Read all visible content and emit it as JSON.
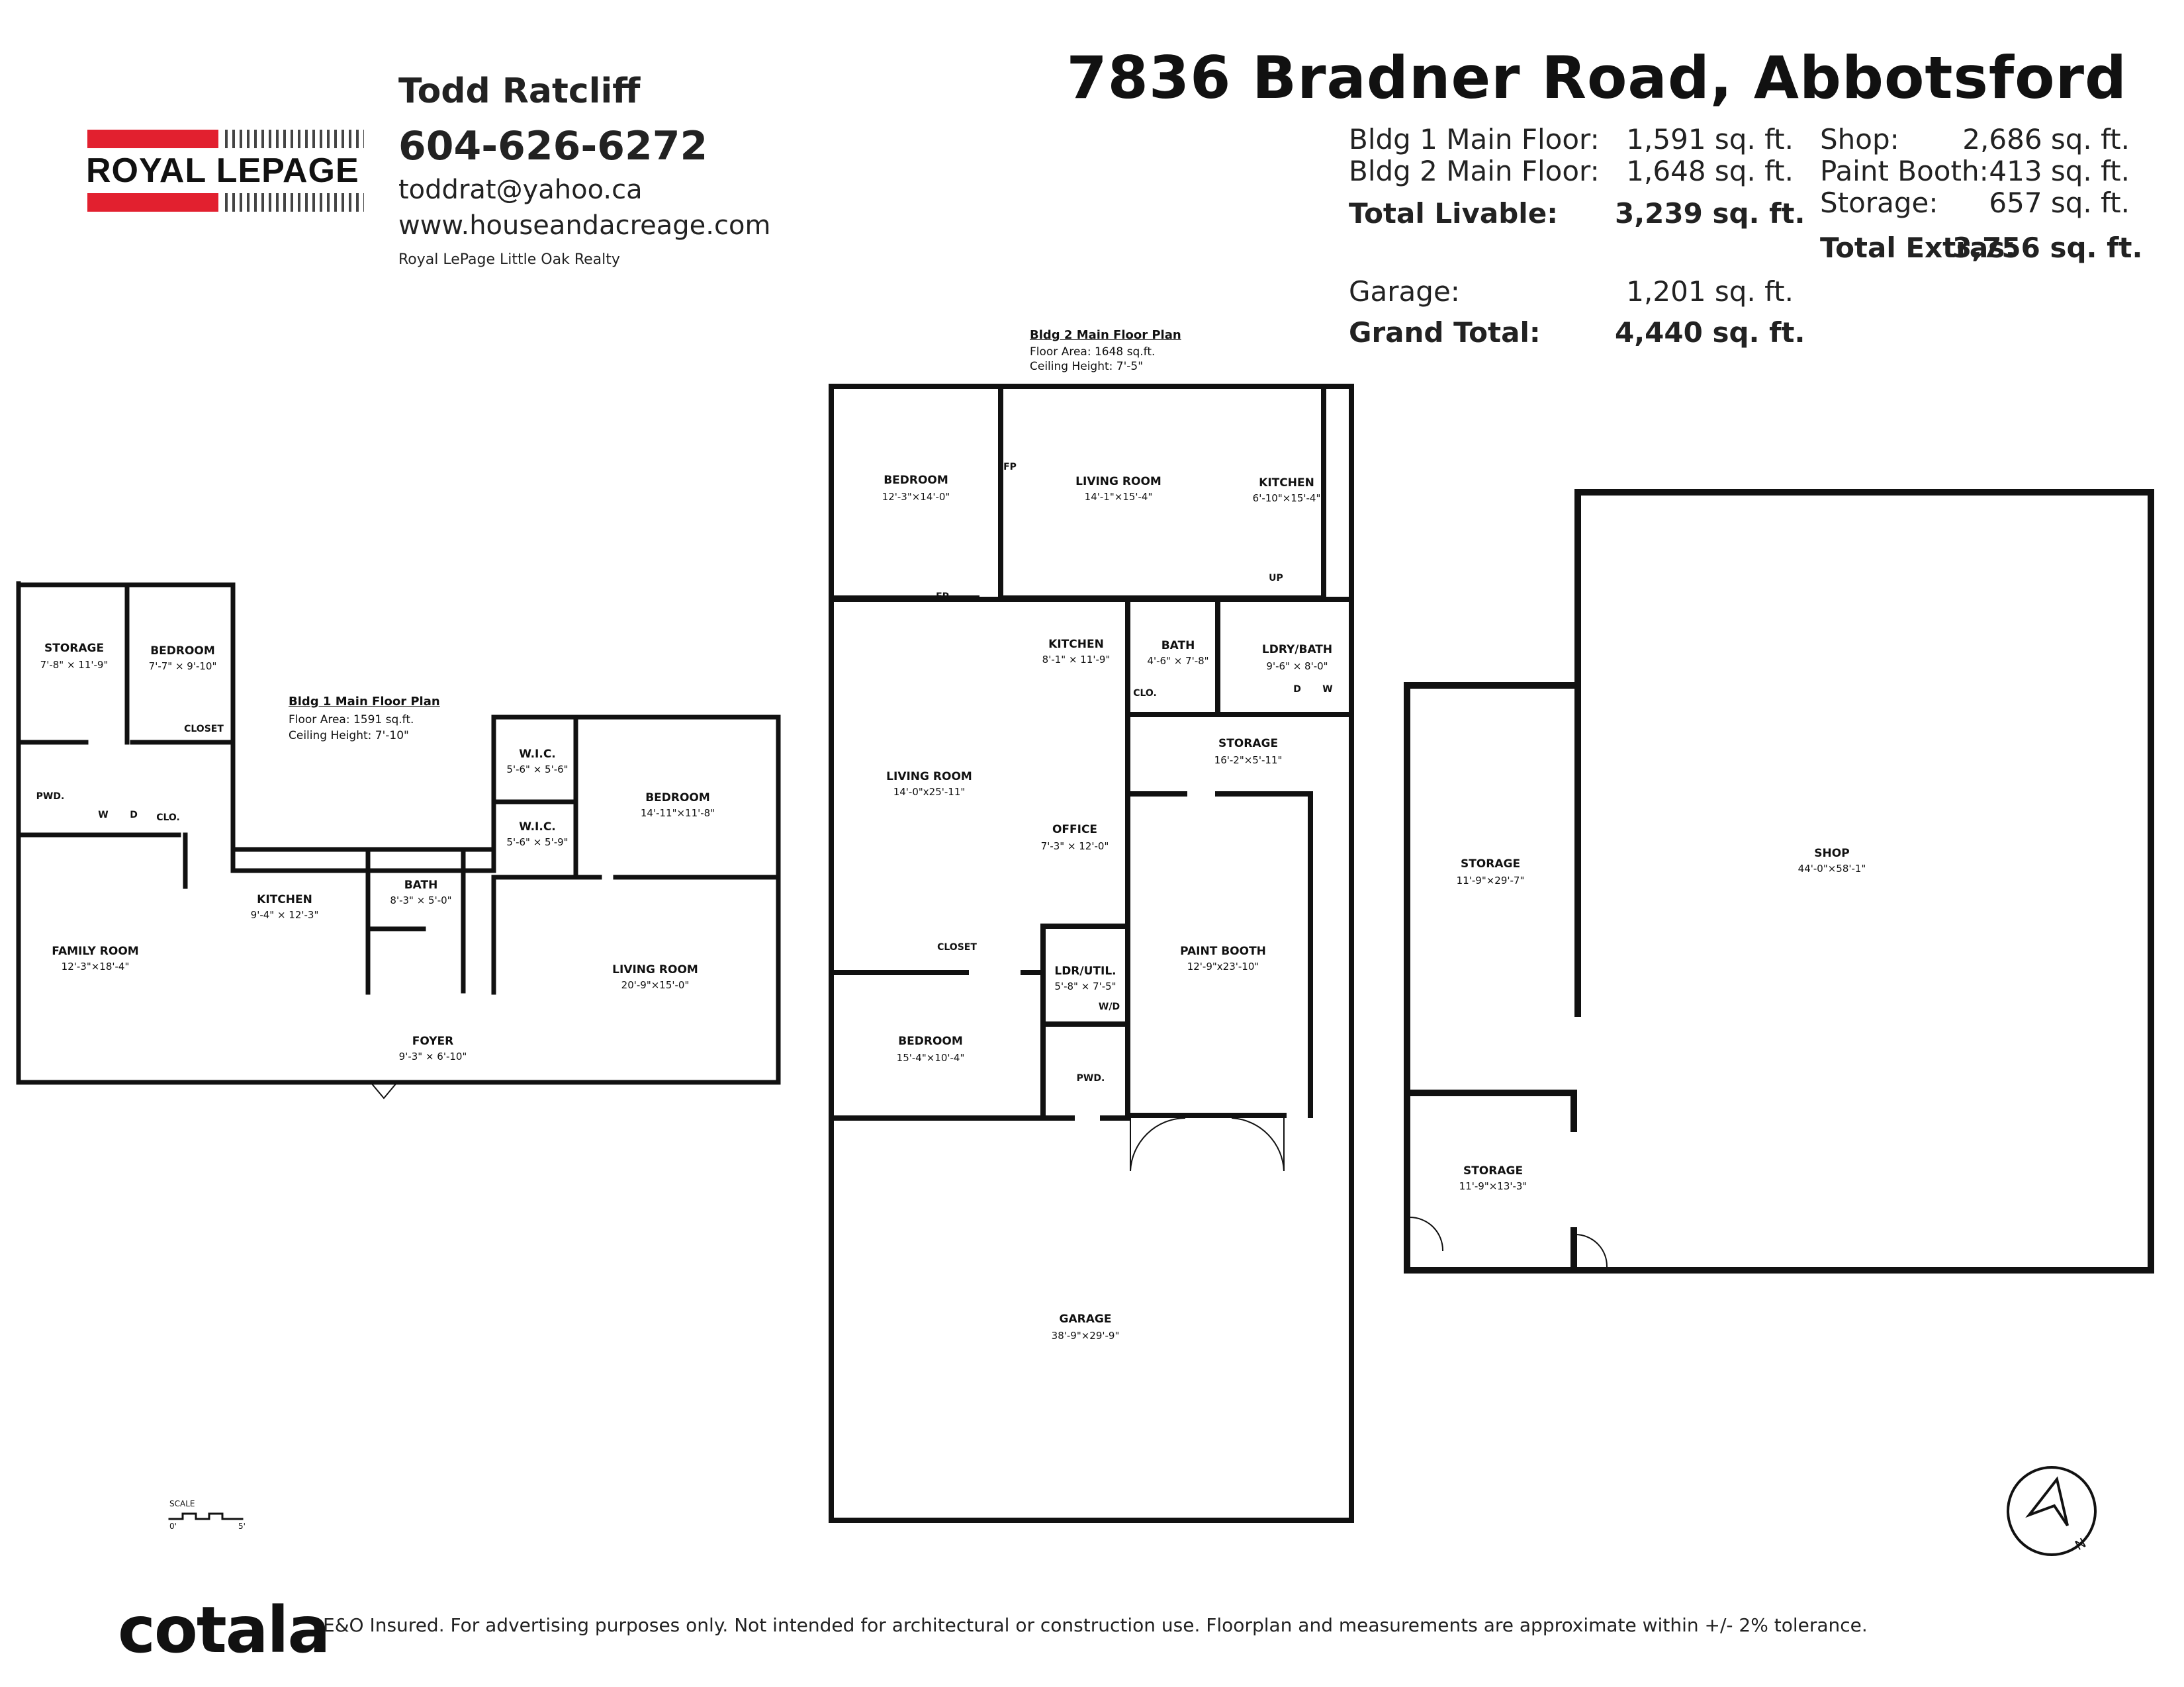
{
  "brand": {
    "name": "ROYAL LEPAGE",
    "red": "#e2202f"
  },
  "agent": {
    "name": "Todd Ratcliff",
    "phone": "604-626-6272",
    "email": "toddrat@yahoo.ca",
    "website": "www.houseandacreage.com",
    "office": "Royal LePage Little Oak Realty"
  },
  "property": {
    "address": "7836 Bradner Road, Abbotsford"
  },
  "stats": {
    "bldg1_label": "Bldg 1 Main Floor:",
    "bldg1_value": "1,591 sq. ft.",
    "bldg2_label": "Bldg 2 Main Floor:",
    "bldg2_value": "1,648 sq. ft.",
    "livable_label": "Total Livable:",
    "livable_value": "3,239 sq. ft.",
    "garage_label": "Garage:",
    "garage_value": "1,201 sq. ft.",
    "grand_label": "Grand Total:",
    "grand_value": "4,440 sq. ft.",
    "shop_label": "Shop:",
    "shop_value": "2,686 sq. ft.",
    "paint_label": "Paint Booth:",
    "paint_value": "413 sq. ft.",
    "storage_label": "Storage:",
    "storage_value": "657 sq. ft.",
    "extras_label": "Total Extras:",
    "extras_value": "3,756 sq. ft."
  },
  "bldg1": {
    "title": "Bldg 1 Main Floor Plan",
    "area": "Floor Area: 1591 sq.ft.",
    "ceiling": "Ceiling Height: 7'-10\"",
    "rooms": {
      "storage": {
        "name": "STORAGE",
        "dim": "7'-8\" × 11'-9\""
      },
      "bedroom_small": {
        "name": "BEDROOM",
        "dim": "7'-7\" × 9'-10\""
      },
      "closet": {
        "name": "CLOSET"
      },
      "pwd": {
        "name": "PWD."
      },
      "clo": {
        "name": "CLO."
      },
      "washer": {
        "name": "W"
      },
      "dryer": {
        "name": "D"
      },
      "wic1": {
        "name": "W.I.C.",
        "dim": "5'-6\" × 5'-6\""
      },
      "wic2": {
        "name": "W.I.C.",
        "dim": "5'-6\" × 5'-9\""
      },
      "bedroom_main": {
        "name": "BEDROOM",
        "dim": "14'-11\"×11'-8\""
      },
      "kitchen": {
        "name": "KITCHEN",
        "dim": "9'-4\" × 12'-3\""
      },
      "bath": {
        "name": "BATH",
        "dim": "8'-3\" × 5'-0\""
      },
      "family": {
        "name": "FAMILY ROOM",
        "dim": "12'-3\"×18'-4\""
      },
      "living": {
        "name": "LIVING ROOM",
        "dim": "20'-9\"×15'-0\""
      },
      "foyer": {
        "name": "FOYER",
        "dim": "9'-3\" × 6'-10\""
      }
    }
  },
  "bldg2": {
    "title": "Bldg 2 Main Floor Plan",
    "area": "Floor Area: 1648 sq.ft.",
    "ceiling": "Ceiling Height: 7'-5\"",
    "rooms": {
      "bedroom_top": {
        "name": "BEDROOM",
        "dim": "12'-3\"×14'-0\""
      },
      "living_top": {
        "name": "LIVING ROOM",
        "dim": "14'-1\"×15'-4\""
      },
      "kitchen_top": {
        "name": "KITCHEN",
        "dim": "6'-10\"×15'-4\""
      },
      "fp1": {
        "name": "FP"
      },
      "fp2": {
        "name": "FP"
      },
      "up": {
        "name": "UP"
      },
      "kitchen_mid": {
        "name": "KITCHEN",
        "dim": "8'-1\" × 11'-9\""
      },
      "bath": {
        "name": "BATH",
        "dim": "4'-6\" × 7'-8\""
      },
      "clo": {
        "name": "CLO."
      },
      "ldry": {
        "name": "LDRY/BATH",
        "dim": "9'-6\" × 8'-0\""
      },
      "d": {
        "name": "D"
      },
      "w": {
        "name": "W"
      },
      "storage": {
        "name": "STORAGE",
        "dim": "16'-2\"×5'-11\""
      },
      "living_mid": {
        "name": "LIVING ROOM",
        "dim": "14'-0\"x25'-11\""
      },
      "office": {
        "name": "OFFICE",
        "dim": "7'-3\" × 12'-0\""
      },
      "paint": {
        "name": "PAINT BOOTH",
        "dim": "12'-9\"x23'-10\""
      },
      "closet": {
        "name": "CLOSET"
      },
      "ldr": {
        "name": "LDR/UTIL.",
        "dim": "5'-8\" × 7'-5\""
      },
      "wd": {
        "name": "W/D"
      },
      "bedroom_bot": {
        "name": "BEDROOM",
        "dim": "15'-4\"×10'-4\""
      },
      "pwd": {
        "name": "PWD."
      },
      "garage": {
        "name": "GARAGE",
        "dim": "38'-9\"×29'-9\""
      }
    }
  },
  "shop_bldg": {
    "storage_big": {
      "name": "STORAGE",
      "dim": "11'-9\"×29'-7\""
    },
    "storage_small": {
      "name": "STORAGE",
      "dim": "11'-9\"×13'-3\""
    },
    "shop": {
      "name": "SHOP",
      "dim": "44'-0\"×58'-1\""
    }
  },
  "scale": {
    "label": "SCALE",
    "zero": "0'",
    "five": "5'"
  },
  "compass": {
    "letter": "N"
  },
  "footer": {
    "cotala": "cotala",
    "disclaimer": "E&O Insured. For advertising purposes only. Not intended for architectural or construction use. Floorplan and measurements are approximate within +/- 2% tolerance."
  }
}
